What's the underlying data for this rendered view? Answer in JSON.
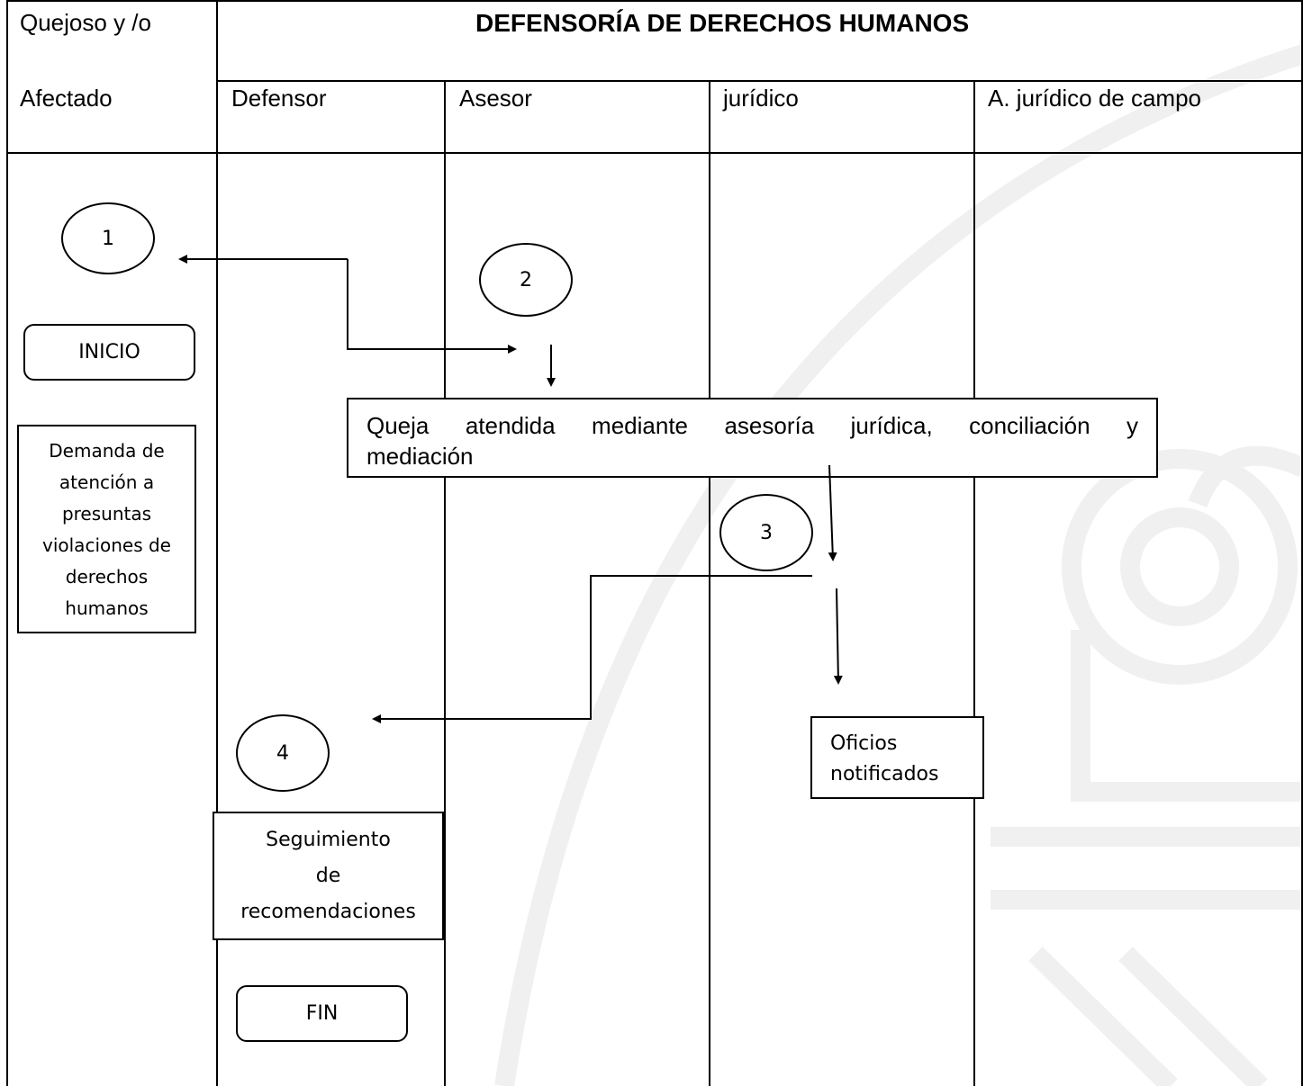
{
  "header": {
    "title": "DEFENSORÍA DE DERECHOS HUMANOS",
    "col1_line1": "Quejoso y /o",
    "col1_line2": "Afectado",
    "lanes": [
      "Defensor",
      "Asesor",
      "jurídico",
      "A. jurídico de campo"
    ]
  },
  "connectors": [
    "1",
    "2",
    "3",
    "4"
  ],
  "terminals": {
    "start": "INICIO",
    "end": "FIN"
  },
  "boxes": {
    "demand": [
      "Demanda de",
      "atención a",
      "presuntas",
      "violaciones de",
      "derechos",
      "humanos"
    ],
    "complaint_line1": "Queja atendida mediante asesoría jurídica, conciliación y",
    "complaint_line2": "mediación",
    "offices": [
      "Oficios",
      "notificados"
    ],
    "follow_up": [
      "Seguimiento",
      "de",
      "recomendaciones"
    ]
  },
  "colors": {
    "line": "#000000",
    "watermark": "#eeeeee"
  }
}
